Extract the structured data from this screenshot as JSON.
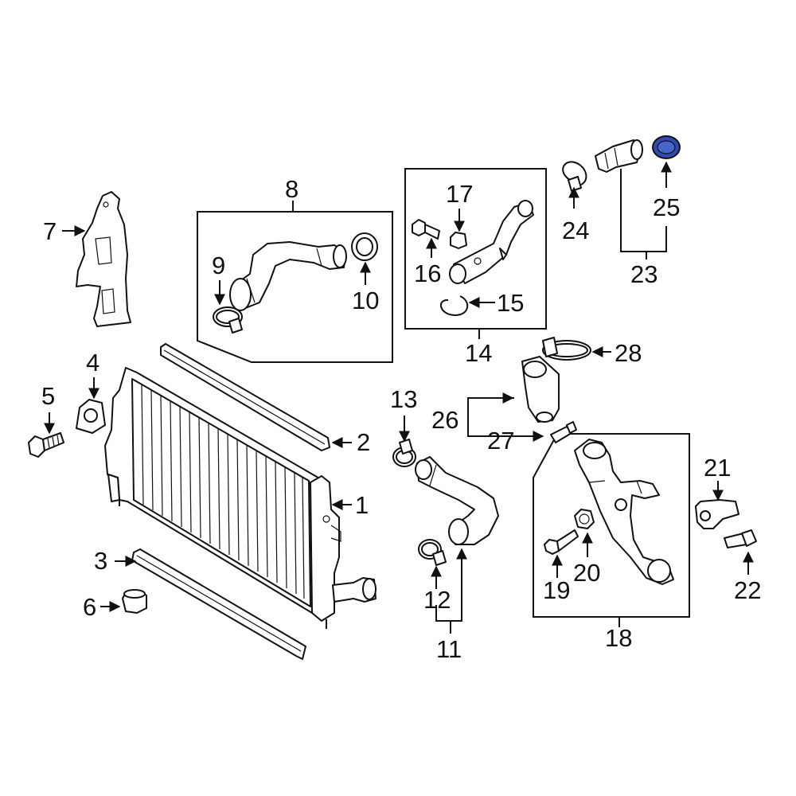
{
  "callouts": {
    "c1": "1",
    "c2": "2",
    "c3": "3",
    "c4": "4",
    "c5": "5",
    "c6": "6",
    "c7": "7",
    "c8": "8",
    "c9": "9",
    "c10": "10",
    "c11": "11",
    "c12": "12",
    "c13": "13",
    "c14": "14",
    "c15": "15",
    "c16": "16",
    "c17": "17",
    "c18": "18",
    "c19": "19",
    "c20": "20",
    "c21": "21",
    "c22": "22",
    "c23": "23",
    "c24": "24",
    "c25": "25",
    "c26": "26",
    "c27": "27",
    "c28": "28"
  },
  "colors": {
    "line": "#111111",
    "highlight": "#2f4bb0",
    "background": "#ffffff"
  },
  "highlighted_part": "25"
}
